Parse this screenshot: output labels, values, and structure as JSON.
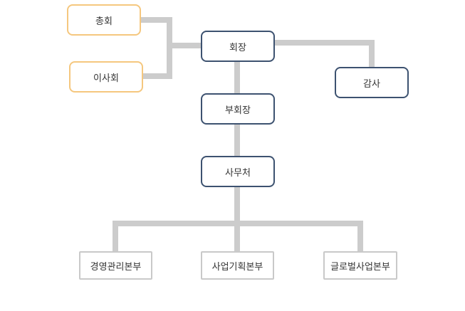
{
  "org_chart": {
    "nodes": {
      "general_assembly": "총회",
      "board": "이사회",
      "chairman": "회장",
      "auditor": "감사",
      "vice_chairman": "부회장",
      "secretariat": "사무처",
      "management_division": "경영관리본부",
      "business_planning_division": "사업기획본부",
      "global_business_division": "글로벌사업본부"
    },
    "colors": {
      "governance_border": "#f5c77e",
      "executive_border": "#3d5270",
      "division_border": "#c9c9c9",
      "connector": "#cccccc",
      "text": "#333333"
    }
  }
}
